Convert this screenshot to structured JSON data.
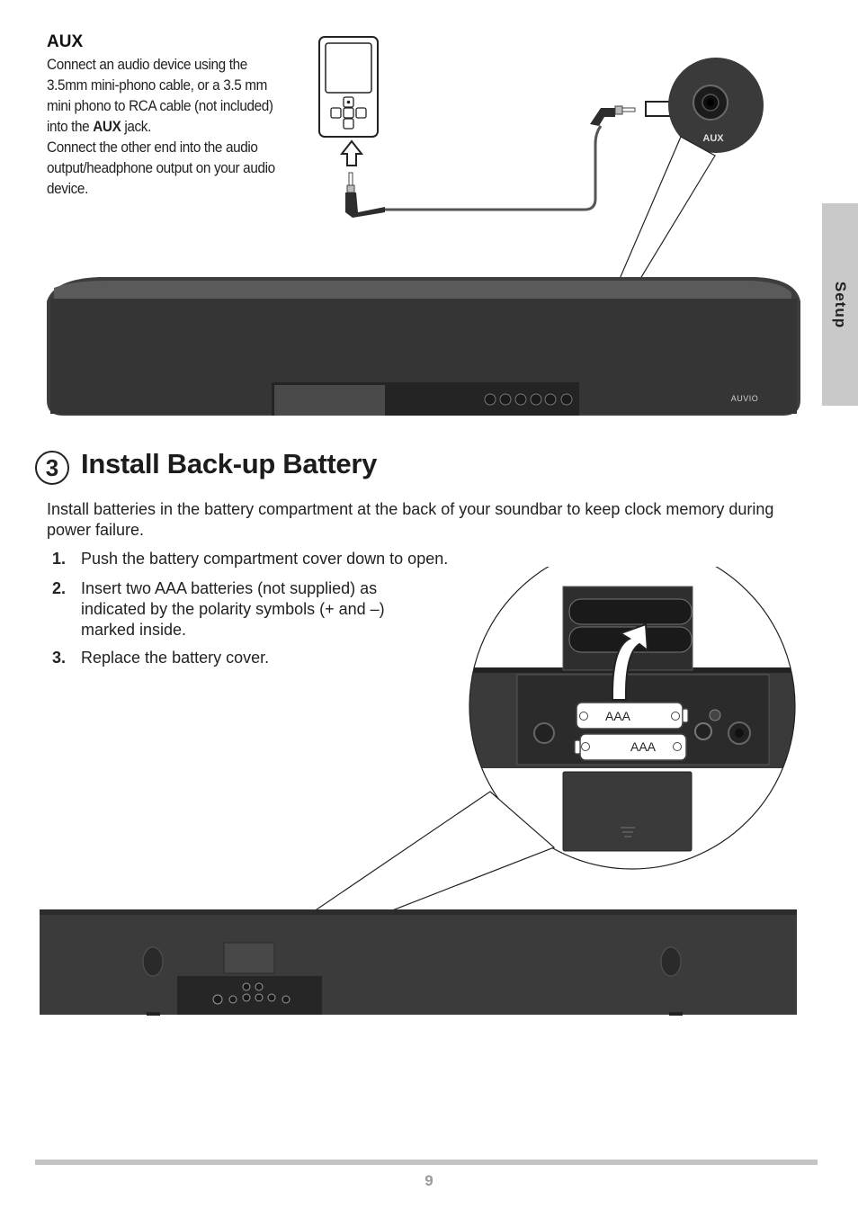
{
  "aux": {
    "heading": "AUX",
    "para1_part1": "Connect an audio device using the 3.5mm mini-phono cable, or a 3.5 mm mini phono to RCA cable (not included) into the ",
    "para1_bold": "AUX",
    "para1_part2": " jack.",
    "para2": "Connect the other end into the audio output/headphone output on your audio device.",
    "jack_label": "AUX"
  },
  "side_tab": {
    "label": "Setup"
  },
  "soundbar_front": {
    "brand": "AUVIO"
  },
  "section": {
    "number": "3",
    "title": "Install Back-up Battery",
    "intro": "Install batteries in the battery compartment at the back of your soundbar to keep clock memory during power failure.",
    "steps": [
      {
        "num": "1.",
        "text": "Push the battery compartment cover down to open."
      },
      {
        "num": "2.",
        "text": "Insert two AAA batteries (not supplied) as indicated by the polarity symbols (+ and –) marked inside."
      },
      {
        "num": "3.",
        "text": "Replace the battery cover."
      }
    ]
  },
  "battery_label": "AAA",
  "page_number": "9",
  "colors": {
    "tab_gray": "#c9c9c9",
    "soundbar_dark": "#3a3a3a",
    "footer_rule": "#c4c4c4"
  }
}
